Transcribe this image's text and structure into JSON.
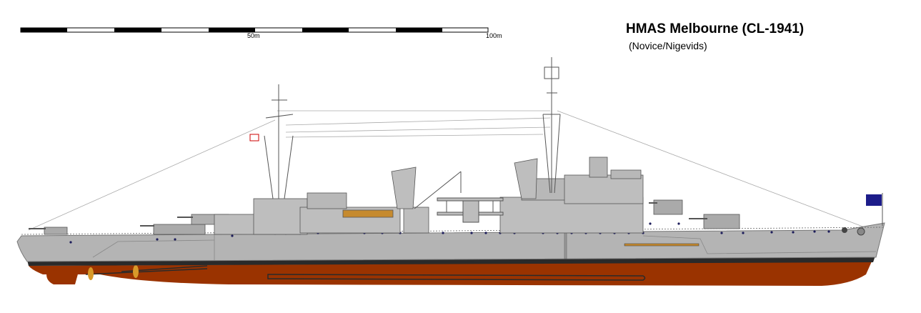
{
  "drawing": {
    "title": "HMAS Melbourne (CL-1941)",
    "subtitle": "(Novice/Nigevids)",
    "scale_bar": {
      "labels": [
        "50m",
        "100m"
      ]
    },
    "colors": {
      "hull_grey": "#b4b4b4",
      "superstructure_grey": "#bebebe",
      "boot_topping": "#2a2a2a",
      "antifouling_red": "#9a3300",
      "propeller": "#d89a2a",
      "porthole": "#1c1c5a"
    }
  }
}
